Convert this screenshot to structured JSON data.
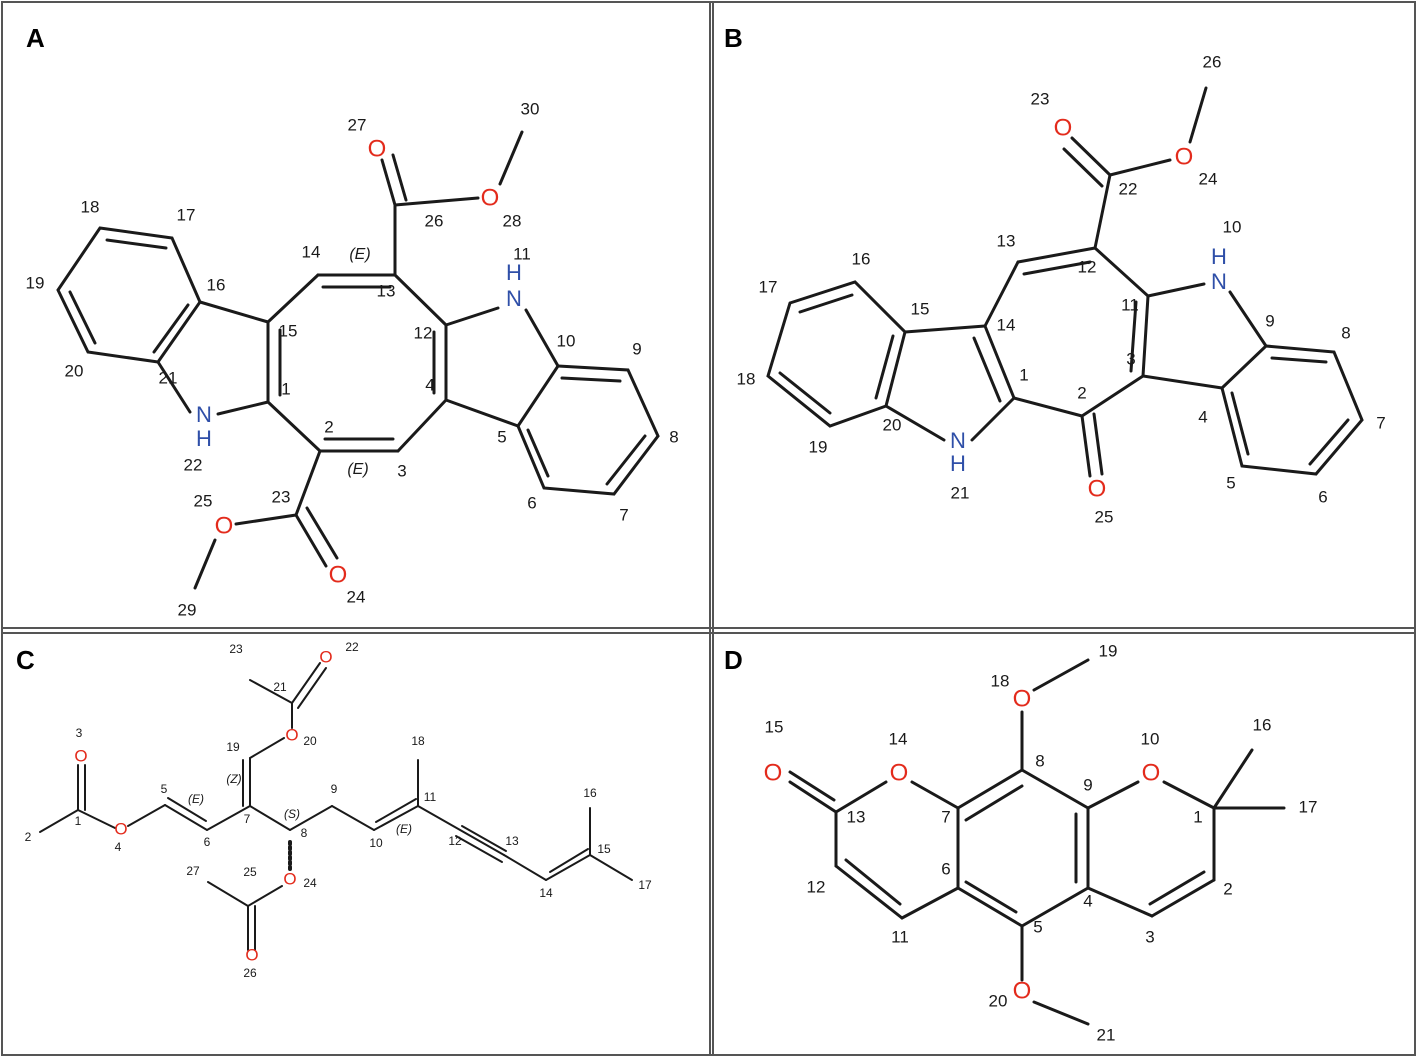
{
  "panels": {
    "A": {
      "letter": "A",
      "numbers": [
        "1",
        "2",
        "3",
        "4",
        "5",
        "6",
        "7",
        "8",
        "9",
        "10",
        "11",
        "12",
        "13",
        "14",
        "15",
        "16",
        "17",
        "18",
        "19",
        "20",
        "21",
        "22",
        "23",
        "24",
        "25",
        "26",
        "27",
        "28",
        "29",
        "30"
      ],
      "atoms": {
        "O24": "O",
        "O25": "O",
        "O27": "O",
        "O28": "O",
        "NH11": "H",
        "N11": "N",
        "N22": "N",
        "H22": "H"
      },
      "stereo": [
        "(E)",
        "(E)"
      ]
    },
    "B": {
      "letter": "B",
      "numbers": [
        "1",
        "2",
        "3",
        "4",
        "5",
        "6",
        "7",
        "8",
        "9",
        "10",
        "11",
        "12",
        "13",
        "14",
        "15",
        "16",
        "17",
        "18",
        "19",
        "20",
        "21",
        "22",
        "23",
        "24",
        "25",
        "26"
      ],
      "atoms": {
        "O23": "O",
        "O24": "O",
        "O25": "O",
        "N10": "N",
        "H10": "H",
        "N21": "N",
        "H21": "H"
      }
    },
    "C": {
      "letter": "C",
      "numbers": [
        "1",
        "2",
        "3",
        "4",
        "5",
        "6",
        "7",
        "8",
        "9",
        "10",
        "11",
        "12",
        "13",
        "14",
        "15",
        "16",
        "17",
        "18",
        "19",
        "20",
        "21",
        "22",
        "23",
        "24",
        "25",
        "26",
        "27"
      ],
      "atoms": {
        "O3": "O",
        "O4": "O",
        "O20": "O",
        "O22": "O",
        "O24": "O",
        "O26": "O"
      },
      "stereo": [
        "(E)",
        "(Z)",
        "(S)",
        "(E)"
      ]
    },
    "D": {
      "letter": "D",
      "numbers": [
        "1",
        "2",
        "3",
        "4",
        "5",
        "6",
        "7",
        "8",
        "9",
        "10",
        "11",
        "12",
        "13",
        "14",
        "15",
        "16",
        "17",
        "18",
        "19",
        "20",
        "21"
      ],
      "atoms": {
        "O10": "O",
        "O14": "O",
        "O15": "O",
        "O18": "O",
        "O20": "O"
      }
    }
  }
}
